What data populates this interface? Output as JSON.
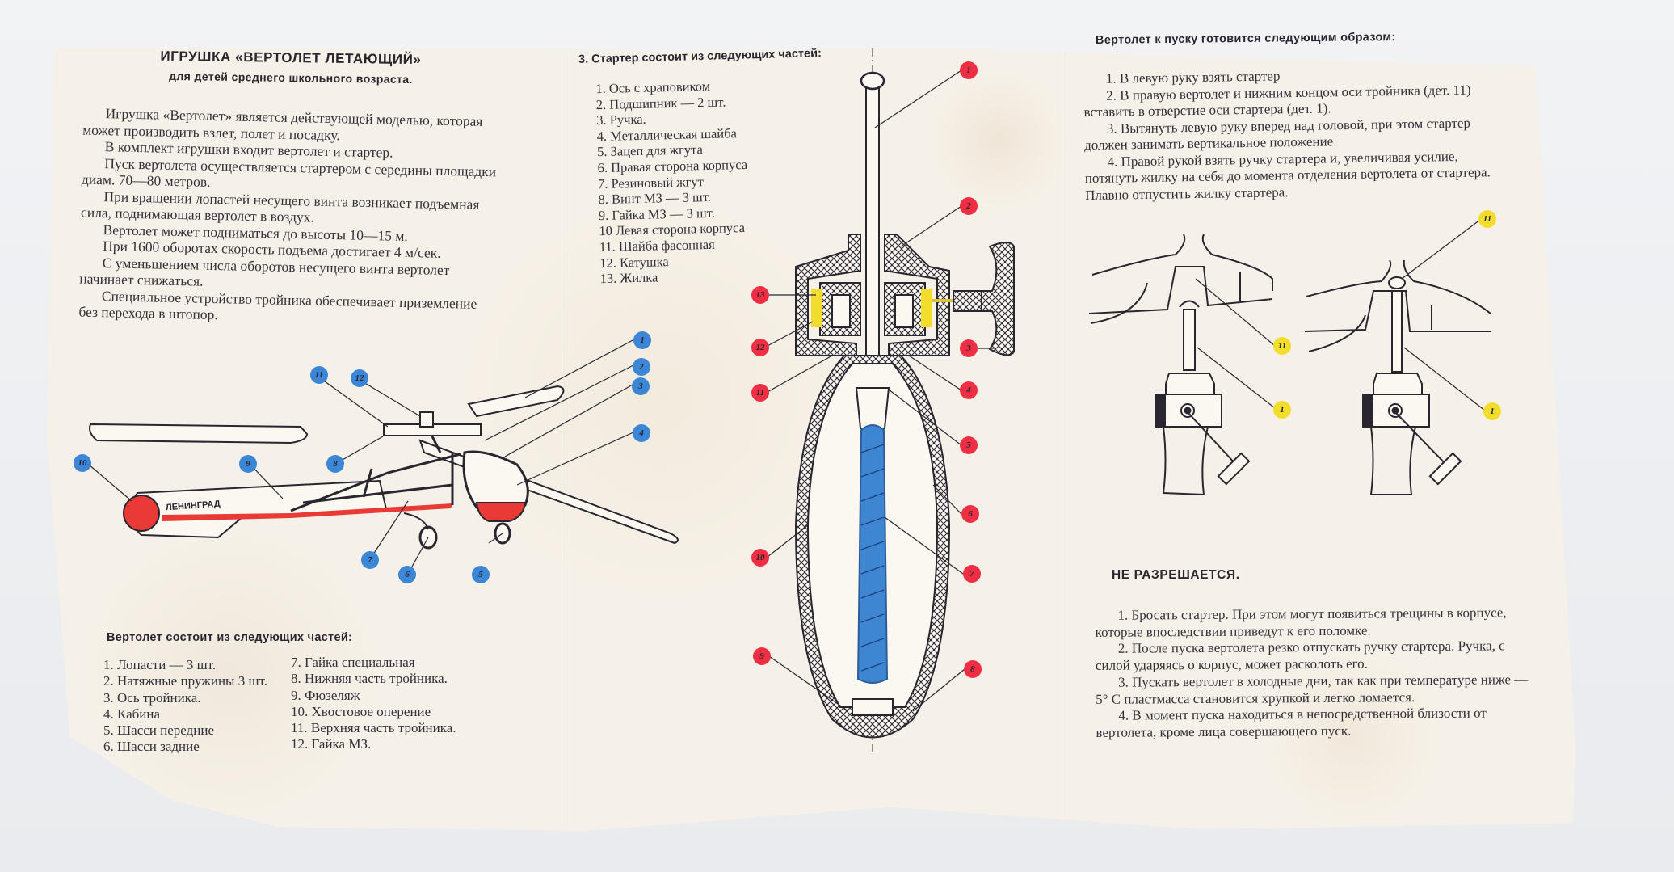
{
  "left_panel": {
    "title": "ИГРУШКА «ВЕРТОЛЕТ ЛЕТАЮЩИЙ»",
    "subtitle": "для детей среднего школьного возраста.",
    "paragraphs": [
      "Игрушка «Вертолет» является действующей моделью, которая может производить взлет, полет и посадку.",
      "В комплект игрушки входит вертолет и стартер.",
      "Пуск вертолета осуществляется стартером с середины площадки диам. 70—80 метров.",
      "При вращении лопастей несущего винта возникает подъемная сила, поднимающая вертолет в воздух.",
      "Вертолет может подниматься до высоты 10—15 м.",
      "При 1600 оборотах скорость подъема достигает 4 м/сек.",
      "С уменьшением числа оборотов несущего винта вертолет начинает снижаться.",
      "Специальное устройство тройника обеспечивает приземление без перехода в штопор."
    ],
    "helicopter_diagram": {
      "tail_label": "ЛЕНИНГРАД",
      "callouts": [
        "1",
        "2",
        "3",
        "4",
        "5",
        "6",
        "7",
        "8",
        "9",
        "10",
        "11",
        "12"
      ],
      "callout_color": "#3b86d6"
    },
    "parts_heading": "Вертолет состоит из следующих частей:",
    "parts_col1": [
      "1. Лопасти — 3 шт.",
      "2. Натяжные пружины 3 шт.",
      "3. Ось тройника.",
      "4. Кабина",
      "5. Шасси передние",
      "6. Шасси задние"
    ],
    "parts_col2": [
      "7. Гайка специальная",
      "8. Нижняя часть тройника.",
      "9. Фюзеляж",
      "10. Хвостовое оперение",
      "11. Верхняя часть тройника.",
      "12. Гайка МЗ."
    ]
  },
  "center_panel": {
    "heading": "3. Стартер состоит из следующих частей:",
    "parts": [
      "1. Ось с храповиком",
      "2. Подшипник — 2 шт.",
      "3. Ручка.",
      "4. Металлическая шайба",
      "5. Зацеп для жгута",
      "6. Правая сторона корпуса",
      "7. Резиновый жгут",
      "8. Винт МЗ — 3 шт.",
      "9. Гайка МЗ — 3 шт.",
      "10 Левая сторона корпуса",
      "11. Шайба фасонная",
      "12. Катушка",
      "13. Жилка"
    ],
    "starter_diagram": {
      "callouts": [
        "1",
        "2",
        "3",
        "4",
        "5",
        "6",
        "7",
        "8",
        "9",
        "10",
        "11",
        "12",
        "13"
      ],
      "callout_color": "#ee2f43",
      "cord_color": "#3b86d6",
      "spool_color": "#f2dd2c"
    }
  },
  "right_panel": {
    "heading": "Вертолет к пуску готовится следующим образом:",
    "steps": [
      "1. В левую руку взять стартер",
      "2. В правую вертолет и нижним концом оси тройника (дет. 11) вставить в отверстие оси стартера (дет. 1).",
      "3. Вытянуть левую руку вперед над головой, при этом стартер должен занимать вертикальное положение.",
      "4. Правой рукой взять ручку стартера и, увеличивая усилие, потянуть жилку на себя до момента отделения вертолета от стартера. Плавно отпустить жилку стартера."
    ],
    "mount_diagram": {
      "callouts_left": [
        "11",
        "1"
      ],
      "callouts_right": [
        "11",
        "1"
      ],
      "callout_color": "#f2dd2c"
    },
    "warning_heading": "НЕ РАЗРЕШАЕТСЯ.",
    "warnings": [
      "1. Бросать стартер. При этом могут появиться трещины в корпусе, которые впоследствии приведут к его поломке.",
      "2. После пуска вертолета резко отпускать ручку стартера. Ручка, с силой ударяясь о корпус, может расколоть его.",
      "3. Пускать вертолет в холодные дни, так как при температуре ниже —5° С пластмасса становится хрупкой и легко ломается.",
      "4. В момент пуска находиться в непосредственной близости от вертолета, кроме лица совершающего пуск."
    ]
  }
}
